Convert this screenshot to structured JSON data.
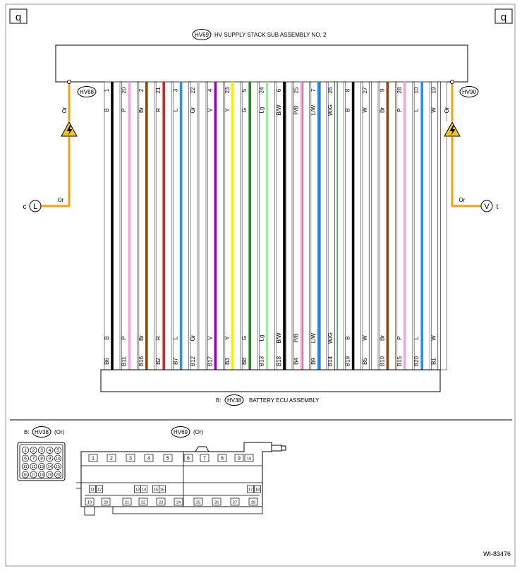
{
  "page_marker": "q",
  "figure_code": "WI-83476",
  "top_assembly": {
    "connector": "HV69",
    "name": "HV SUPPLY STACK SUB ASSEMBLY NO. 2"
  },
  "bottom_assembly": {
    "prefix": "B:",
    "connector": "HV38",
    "name": "BATTERY ECU ASSEMBLY"
  },
  "left_branch": {
    "connector": "HV88",
    "wire_color_label": "Or",
    "color": "#F5A010",
    "ref_letter": "L",
    "ref_side": "c"
  },
  "right_branch": {
    "connector": "HV90",
    "wire_color_label": "Or",
    "color": "#F5A010",
    "ref_letter": "V",
    "ref_side": "t"
  },
  "wires": [
    {
      "top_pin": "1",
      "label": "B",
      "bottom_pin": "B6",
      "color": "#000000"
    },
    {
      "top_pin": "20",
      "label": "P",
      "bottom_pin": "B11",
      "color": "#F4A6D7"
    },
    {
      "top_pin": "2",
      "label": "Br",
      "bottom_pin": "B16",
      "color": "#8B4513"
    },
    {
      "top_pin": "21",
      "label": "R",
      "bottom_pin": "B2",
      "color": "#E02020"
    },
    {
      "top_pin": "3",
      "label": "L",
      "bottom_pin": "B7",
      "color": "#1E90FF"
    },
    {
      "top_pin": "22",
      "label": "Gr",
      "bottom_pin": "B12",
      "color": "#BEBEBE"
    },
    {
      "top_pin": "4",
      "label": "V",
      "bottom_pin": "B17",
      "color": "#9400D3"
    },
    {
      "top_pin": "23",
      "label": "Y",
      "bottom_pin": "B3",
      "color": "#FFEA00"
    },
    {
      "top_pin": "5",
      "label": "G",
      "bottom_pin": "B8",
      "color": "#1A8F1A"
    },
    {
      "top_pin": "24",
      "label": "Lg",
      "bottom_pin": "B13",
      "color": "#98F098"
    },
    {
      "top_pin": "6",
      "label": "B/W",
      "bottom_pin": "B18",
      "color": "#000000",
      "stripe": "#ffffff"
    },
    {
      "top_pin": "25",
      "label": "P/B",
      "bottom_pin": "B4",
      "color": "#F4A6D7",
      "stripe": "#000000"
    },
    {
      "top_pin": "7",
      "label": "L/W",
      "bottom_pin": "B9",
      "color": "#1E90FF",
      "stripe": "#ffffff"
    },
    {
      "top_pin": "26",
      "label": "W/G",
      "bottom_pin": "B14",
      "color": "#ffffff",
      "stripe": "#1A8F1A"
    },
    {
      "top_pin": "8",
      "label": "B",
      "bottom_pin": "B19",
      "color": "#000000"
    },
    {
      "top_pin": "27",
      "label": "W",
      "bottom_pin": "B5",
      "color": "#ffffff"
    },
    {
      "top_pin": "9",
      "label": "Br",
      "bottom_pin": "B10",
      "color": "#8B4513"
    },
    {
      "top_pin": "28",
      "label": "P",
      "bottom_pin": "B15",
      "color": "#F4A6D7"
    },
    {
      "top_pin": "10",
      "label": "L",
      "bottom_pin": "B20",
      "color": "#1E90FF"
    },
    {
      "top_pin": "19",
      "label": "W",
      "bottom_pin": "B1",
      "color": "#ffffff"
    }
  ],
  "connector_views": {
    "hv38": {
      "prefix": "B:",
      "connector": "HV38",
      "color": "(Or)",
      "pins": [
        "1",
        "2",
        "3",
        "4",
        "5",
        "6",
        "7",
        "8",
        "9",
        "10",
        "11",
        "12",
        "13",
        "14",
        "15",
        "16",
        "17",
        "18",
        "19",
        "20"
      ]
    },
    "hv69": {
      "connector": "HV69",
      "color": "(Or)",
      "row1": [
        "1",
        "2",
        "3",
        "4",
        "5",
        "6",
        "7",
        "8",
        "9",
        "10"
      ],
      "row2": [
        "11",
        "12",
        "13",
        "14",
        "15",
        "16",
        "17",
        "18"
      ],
      "row3": [
        "19",
        "20",
        "21",
        "22",
        "23",
        "24",
        "25",
        "26",
        "27",
        "28"
      ]
    }
  }
}
